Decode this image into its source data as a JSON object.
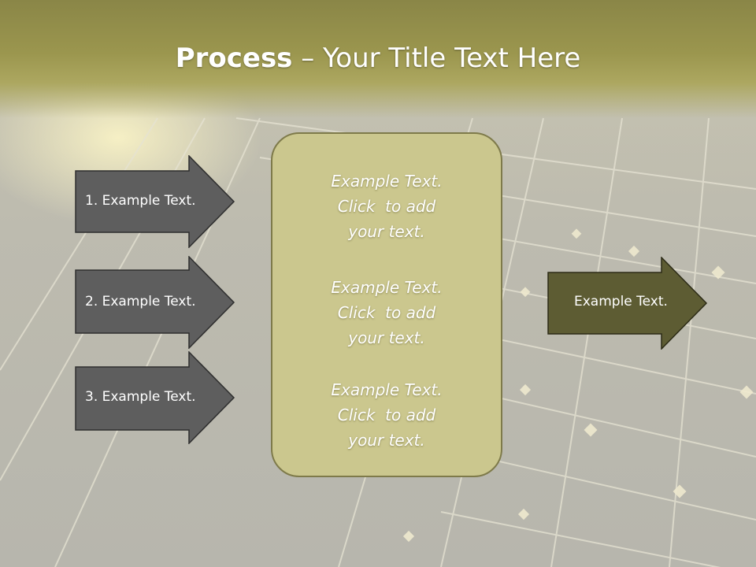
{
  "slide": {
    "title_bold": "Process",
    "title_rest": " – Your Title Text Here",
    "left_items": [
      {
        "label": "1. Example Text."
      },
      {
        "label": "2. Example Text."
      },
      {
        "label": "3. Example Text."
      }
    ],
    "center_blocks": [
      {
        "lines": [
          "Example Text.",
          "Click  to add",
          "your text."
        ]
      },
      {
        "lines": [
          "Example Text.",
          "Click  to add",
          "your text."
        ]
      },
      {
        "lines": [
          "Example Text.",
          "Click  to add",
          "your text."
        ]
      }
    ],
    "right_item": {
      "label": "Example Text."
    }
  },
  "colors": {
    "left_arrow_fill": "#5e5e5e",
    "right_arrow_fill": "#5d5c33",
    "box_fill": "#cbc78e",
    "box_border": "#7e7a4a",
    "title_band": "#9b964e"
  }
}
